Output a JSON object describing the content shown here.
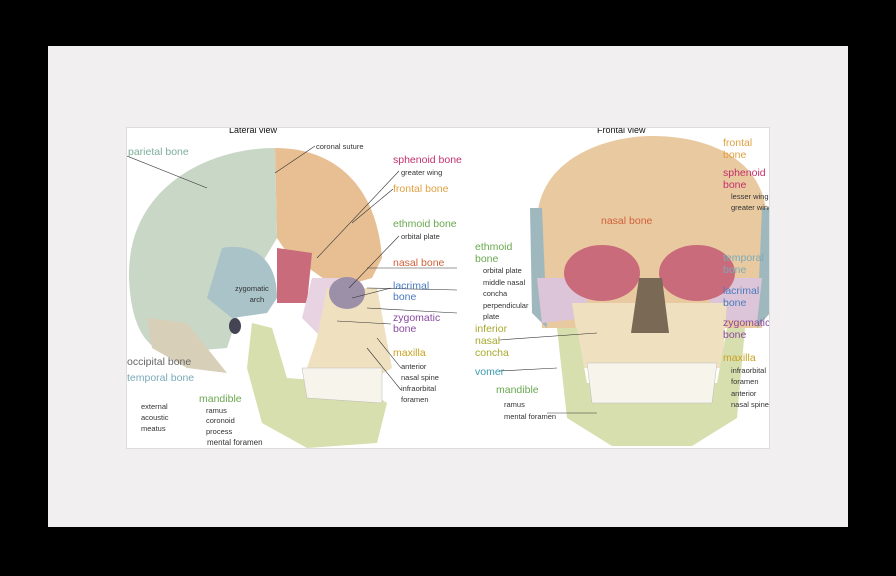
{
  "lateral": {
    "title": "Lateral view",
    "labels": {
      "parietal": "parietal bone",
      "coronal_suture": "coronal suture",
      "sphenoid": "sphenoid bone",
      "greater_wing": "greater wing",
      "frontal": "frontal bone",
      "ethmoid": "ethmoid bone",
      "orbital_plate": "orbital plate",
      "nasal": "nasal bone",
      "lacrimal_1": "lacrimal",
      "lacrimal_2": "bone",
      "zygomatic_1": "zygomatic",
      "zygomatic_2": "bone",
      "zyg_arch_1": "zygomatic",
      "zyg_arch_2": "arch",
      "maxilla": "maxilla",
      "ans_1": "anterior",
      "ans_2": "nasal spine",
      "io_1": "infraorbital",
      "io_2": "foramen",
      "occipital": "occipital bone",
      "temporal": "temporal bone",
      "mandible": "mandible",
      "ramus": "ramus",
      "coronoid_1": "coronoid",
      "coronoid_2": "process",
      "eam_1": "external",
      "eam_2": "acoustic",
      "eam_3": "meatus",
      "mental_foramen": "mental foramen"
    }
  },
  "frontal": {
    "title": "Frontal view",
    "labels": {
      "frontal_1": "frontal",
      "frontal_2": "bone",
      "sphenoid_1": "sphenoid",
      "sphenoid_2": "bone",
      "lesser_wing": "lesser wing",
      "greater_wing": "greater wing",
      "nasal": "nasal bone",
      "ethmoid_1": "ethmoid",
      "ethmoid_2": "bone",
      "orbital_plate": "orbital plate",
      "mnc_1": "middle nasal",
      "mnc_2": "concha",
      "pp_1": "perpendicular",
      "pp_2": "plate",
      "temporal_1": "temporal",
      "temporal_2": "bone",
      "lacrimal_1": "lacrimal",
      "lacrimal_2": "bone",
      "zygomatic_1": "zygomatic",
      "zygomatic_2": "bone",
      "inc_1": "inferior",
      "inc_2": "nasal",
      "inc_3": "concha",
      "vomer": "vomer",
      "maxilla": "maxilla",
      "io_1": "infraorbital",
      "io_2": "foramen",
      "ans_1": "anterior",
      "ans_2": "nasal spine",
      "mandible": "mandible",
      "ramus": "ramus",
      "mental_foramen": "mental foramen"
    }
  },
  "colors": {
    "frame": "#000000",
    "mat": "#f1eff0",
    "parietal": "#7fae9a",
    "sphenoid": "#c2306b",
    "frontal": "#e0a040",
    "ethmoid": "#6aa84f",
    "nasal": "#d0603a",
    "lacrimal": "#4a7ac0",
    "zygomatic": "#8a4aa0",
    "maxilla": "#c8a020",
    "occipital": "#666666",
    "temporal": "#7aaab8",
    "mandible": "#6aa84f",
    "inferior_concha": "#a8a830",
    "vomer": "#3a9ab0"
  }
}
